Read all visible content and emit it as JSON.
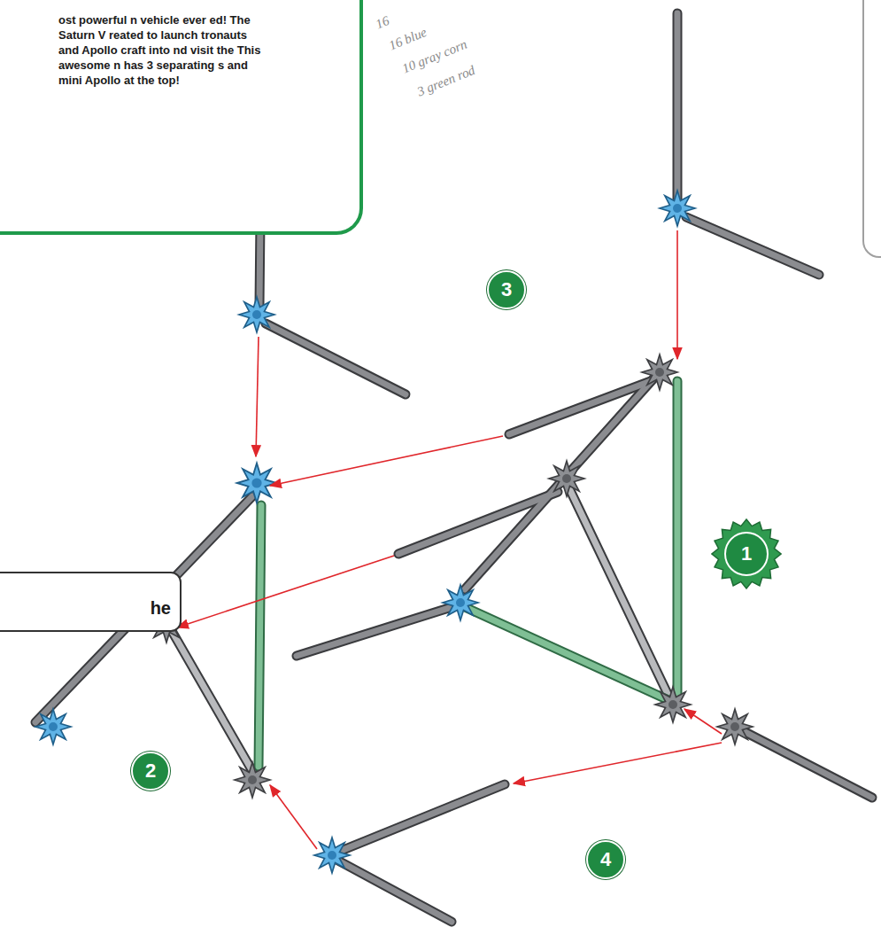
{
  "diagram": {
    "nodes": [
      {
        "text": [
          "ost powerful n vehicle ever ed! The Saturn V reated to launch tronauts and Apollo craft into nd visit the This awesome n has 3 separating s and mini Apollo at the top!"
        ]
      },
      {
        "text": [
          "3"
        ]
      },
      {
        "text": [
          "1"
        ]
      },
      {
        "text": [
          "he"
        ]
      },
      {
        "text": [
          "2"
        ]
      },
      {
        "text": [
          "4"
        ]
      }
    ],
    "labels": [
      "16",
      "16 blue",
      "10 gray corn",
      "3 green rod"
    ]
  }
}
